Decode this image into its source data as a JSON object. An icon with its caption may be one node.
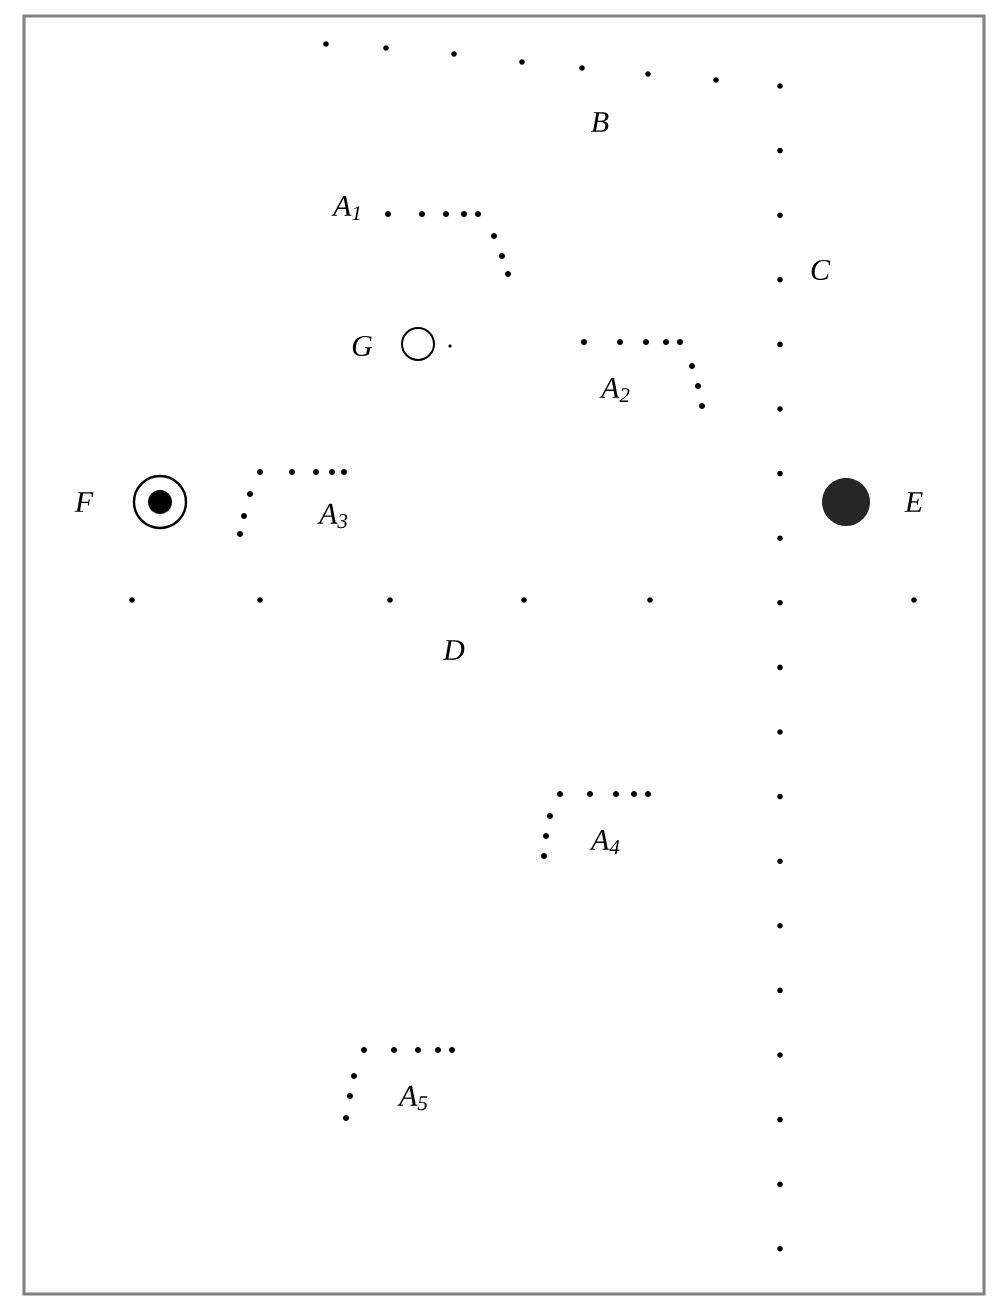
{
  "diagram": {
    "nodes": [
      {
        "text": [],
        "shape": "circle",
        "beside": [
          "G"
        ]
      },
      {
        "text": [],
        "shape": "circle",
        "beside": [
          "F"
        ]
      },
      {
        "text": [],
        "shape": "circle",
        "beside": [
          "E"
        ]
      }
    ],
    "labels": [
      "B",
      "A$_{1}$",
      "C",
      "A$_{2}$",
      "A$_{3}$",
      "D",
      "A$_{4}$",
      "A$_{5}$"
    ]
  }
}
